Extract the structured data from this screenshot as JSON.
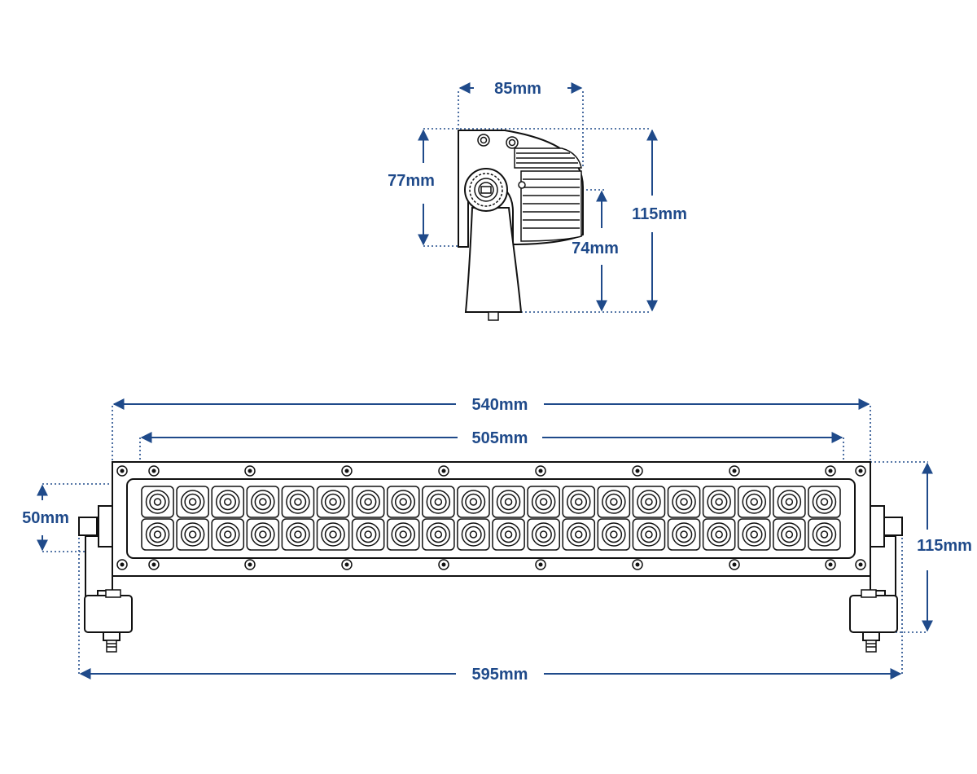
{
  "colors": {
    "dimension": "#1f4a8a",
    "outline": "#111111",
    "background": "#ffffff"
  },
  "dimensions": {
    "side_width": "85mm",
    "side_body_height": "77mm",
    "side_total_height": "115mm",
    "side_mount_height": "74mm",
    "front_housing_width": "540mm",
    "front_lens_width": "505mm",
    "front_lens_height": "50mm",
    "front_total_height": "115mm",
    "front_overall_width": "595mm"
  },
  "led_layout": {
    "rows": 2,
    "columns": 20
  },
  "icons": [
    "mount-screw-icon",
    "led-reflector-icon",
    "bracket-bolt-icon"
  ]
}
